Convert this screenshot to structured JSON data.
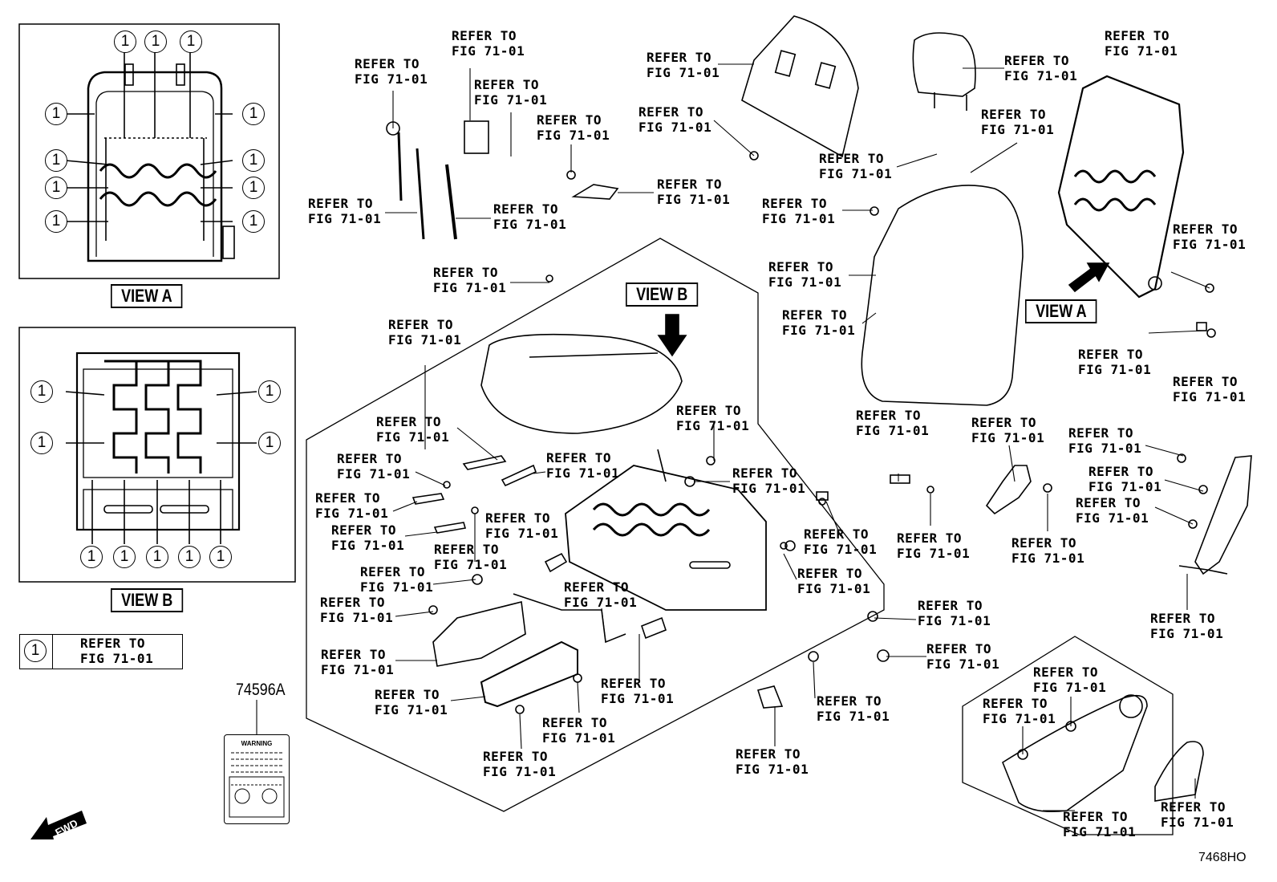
{
  "view_a": {
    "label": "VIEW A",
    "marker": "1"
  },
  "view_b": {
    "label": "VIEW B",
    "marker": "1"
  },
  "view_a_ref": "VIEW A",
  "view_b_ref": "VIEW B",
  "legend": {
    "marker": "1",
    "text": "REFER TO\nFIG 71-01"
  },
  "part_number": "74596A",
  "warning_label": "WARNING",
  "fwd_label": "FWD",
  "figure_id": "7468HO",
  "callout_text": "REFER TO\nFIG 71-01",
  "callouts": [
    "REFER TO\nFIG 71-01",
    "REFER TO\nFIG 71-01",
    "REFER TO\nFIG 71-01",
    "REFER TO\nFIG 71-01",
    "REFER TO\nFIG 71-01",
    "REFER TO\nFIG 71-01",
    "REFER TO\nFIG 71-01",
    "REFER TO\nFIG 71-01",
    "REFER TO\nFIG 71-01",
    "REFER TO\nFIG 71-01",
    "REFER TO\nFIG 71-01",
    "REFER TO\nFIG 71-01",
    "REFER TO\nFIG 71-01",
    "REFER TO\nFIG 71-01",
    "REFER TO\nFIG 71-01",
    "REFER TO\nFIG 71-01",
    "REFER TO\nFIG 71-01",
    "REFER TO\nFIG 71-01",
    "REFER TO\nFIG 71-01",
    "REFER TO\nFIG 71-01",
    "REFER TO\nFIG 71-01",
    "REFER TO\nFIG 71-01",
    "REFER TO\nFIG 71-01",
    "REFER TO\nFIG 71-01",
    "REFER TO\nFIG 71-01",
    "REFER TO\nFIG 71-01",
    "REFER TO\nFIG 71-01",
    "REFER TO\nFIG 71-01",
    "REFER TO\nFIG 71-01",
    "REFER TO\nFIG 71-01",
    "REFER TO\nFIG 71-01",
    "REFER TO\nFIG 71-01",
    "REFER TO\nFIG 71-01",
    "REFER TO\nFIG 71-01",
    "REFER TO\nFIG 71-01",
    "REFER TO\nFIG 71-01",
    "REFER TO\nFIG 71-01",
    "REFER TO\nFIG 71-01",
    "REFER TO\nFIG 71-01",
    "REFER TO\nFIG 71-01",
    "REFER TO\nFIG 71-01",
    "REFER TO\nFIG 71-01",
    "REFER TO\nFIG 71-01",
    "REFER TO\nFIG 71-01",
    "REFER TO\nFIG 71-01",
    "REFER TO\nFIG 71-01",
    "REFER TO\nFIG 71-01",
    "REFER TO\nFIG 71-01",
    "REFER TO\nFIG 71-01",
    "REFER TO\nFIG 71-01",
    "REFER TO\nFIG 71-01",
    "REFER TO\nFIG 71-01",
    "REFER TO\nFIG 71-01"
  ]
}
